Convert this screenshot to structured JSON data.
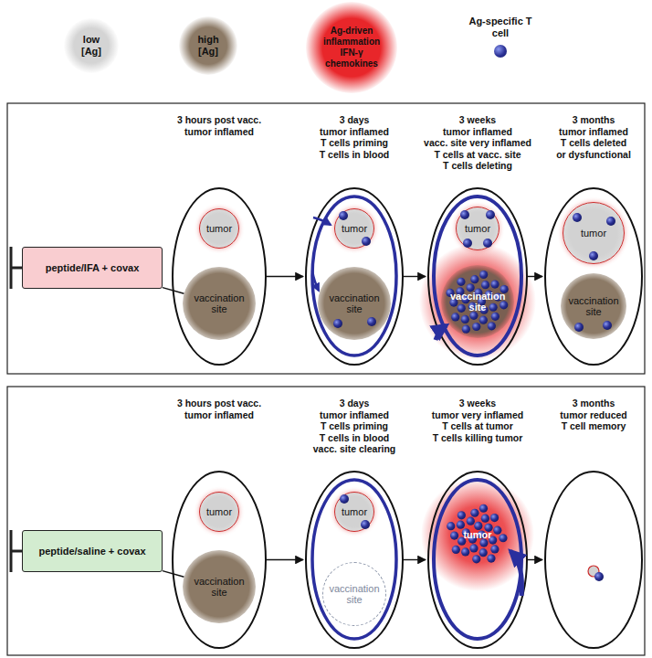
{
  "diagram": {
    "nodes": [
      {
        "text": [
          "peptide/IFA + covax"
        ]
      },
      {
        "text": [
          "3 hours post vacc.",
          "tumor inflamed"
        ]
      },
      {
        "text": [
          "tumor"
        ],
        "in": 1
      },
      {
        "text": [
          "vaccination site"
        ],
        "in": 1
      },
      {
        "text": [
          "3 days",
          "tumor inflamed",
          "T cells priming",
          "T cells in blood"
        ]
      },
      {
        "text": [
          "tumor"
        ],
        "in": 4
      },
      {
        "text": [
          "vaccination site"
        ],
        "in": 4
      },
      {
        "text": [
          "3 weeks",
          "tumor inflamed",
          "vacc. site very inflamed",
          "T cells at vacc. site",
          "T cells deleting"
        ]
      },
      {
        "text": [
          "tumor"
        ],
        "in": 7
      },
      {
        "text": [
          "vaccination site"
        ],
        "in": 7
      },
      {
        "text": [
          "3 months",
          "tumor inflamed",
          "T cells deleted",
          "or dysfunctional"
        ]
      },
      {
        "text": [
          "tumor"
        ],
        "in": 10
      },
      {
        "text": [
          "vaccination site"
        ],
        "in": 10
      },
      {
        "text": [
          "peptide/saline + covax"
        ]
      },
      {
        "text": [
          "3 hours post vacc.",
          "tumor inflamed"
        ]
      },
      {
        "text": [
          "tumor"
        ],
        "in": 14
      },
      {
        "text": [
          "vaccination site"
        ],
        "in": 14
      },
      {
        "text": [
          "3 days",
          "tumor inflamed",
          "T cells priming",
          "T cells in blood",
          "vacc. site clearing"
        ]
      },
      {
        "text": [
          "tumor"
        ],
        "in": 17
      },
      {
        "text": [
          "vaccination site"
        ],
        "in": 17
      },
      {
        "text": [
          "3 weeks",
          "tumor very inflamed",
          "T cells at tumor",
          "T cells killing tumor"
        ]
      },
      {
        "text": [
          "tumor"
        ],
        "in": 20
      },
      {
        "text": [
          "3 months",
          "tumor reduced",
          "T cell memory"
        ]
      }
    ],
    "edges": [
      {
        "from": 0,
        "to": 3,
        "arrow": "none"
      },
      {
        "from": 1,
        "to": 4,
        "arrow": "to"
      },
      {
        "from": 4,
        "to": 7,
        "arrow": "to"
      },
      {
        "from": 7,
        "to": 10,
        "arrow": "to"
      },
      {
        "from": 13,
        "to": 16,
        "arrow": "none"
      },
      {
        "from": 14,
        "to": 17,
        "arrow": "to"
      },
      {
        "from": 17,
        "to": 20,
        "arrow": "to"
      },
      {
        "from": 20,
        "to": 22,
        "arrow": "to"
      }
    ],
    "legend": [
      {
        "text": "low [Ag]",
        "color": "#d4d4d4"
      },
      {
        "text": "high [Ag]",
        "color": "#8c7a66"
      },
      {
        "text": "Ag-driven inflammation IFN-γ chemokines",
        "color": "#e8262a"
      },
      {
        "text": "Ag-specific T cell",
        "color": "#2c3296"
      }
    ]
  }
}
